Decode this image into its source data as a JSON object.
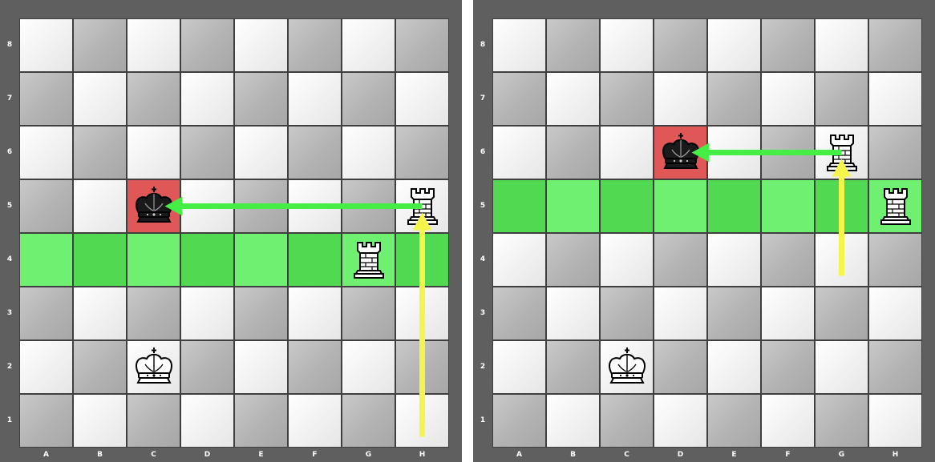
{
  "files": [
    "A",
    "B",
    "C",
    "D",
    "E",
    "F",
    "G",
    "H"
  ],
  "ranks": [
    "8",
    "7",
    "6",
    "5",
    "4",
    "3",
    "2",
    "1"
  ],
  "colors": {
    "light": "#f2f2f2",
    "dark": "#b5b5b5",
    "highlight_light": "#70f070",
    "highlight_dark": "#52d952",
    "check": "#e05757",
    "arrow_move": "#f4f44a",
    "arrow_attack": "#45ee45"
  },
  "boards": [
    {
      "id": "left",
      "pieces": [
        {
          "square": "c5",
          "piece": "black-king"
        },
        {
          "square": "h5",
          "piece": "white-rook"
        },
        {
          "square": "g4",
          "piece": "white-rook"
        },
        {
          "square": "c2",
          "piece": "white-king"
        }
      ],
      "highlight_rank": 4,
      "check_square": "c5",
      "arrows": [
        {
          "from": "h1",
          "to": "h5",
          "kind": "move"
        },
        {
          "from": "h5",
          "to": "c5",
          "kind": "attack"
        }
      ]
    },
    {
      "id": "right",
      "pieces": [
        {
          "square": "d6",
          "piece": "black-king"
        },
        {
          "square": "g6",
          "piece": "white-rook"
        },
        {
          "square": "h5",
          "piece": "white-rook"
        },
        {
          "square": "c2",
          "piece": "white-king"
        }
      ],
      "highlight_rank": 5,
      "check_square": "d6",
      "arrows": [
        {
          "from": "g4",
          "to": "g6",
          "kind": "move"
        },
        {
          "from": "g6",
          "to": "d6",
          "kind": "attack"
        }
      ]
    }
  ]
}
